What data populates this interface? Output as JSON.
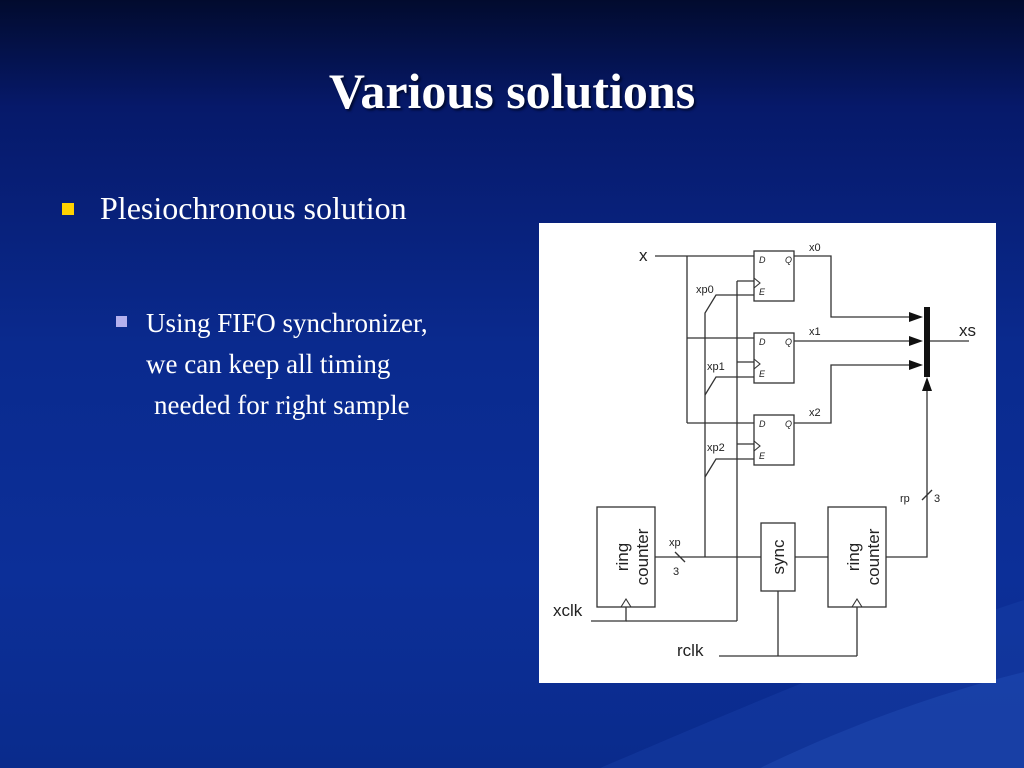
{
  "slide": {
    "title": "Various solutions",
    "bullet": "Plesiochronous solution",
    "sub_bullet_lines": [
      "Using FIFO synchronizer,",
      "we can keep all timing",
      "needed for right sample"
    ]
  },
  "diagram": {
    "input_label": "x",
    "output_label": "xs",
    "ff_d_label": "D",
    "ff_q_label": "Q",
    "ff_e_label": "E",
    "outputs": [
      "x0",
      "x1",
      "x2"
    ],
    "enables": [
      "xp0",
      "xp1",
      "xp2"
    ],
    "write_counter": "ring counter",
    "read_counter": "ring counter",
    "sync_label": "sync",
    "xp_label": "xp",
    "xp_width": "3",
    "rp_label": "rp",
    "rp_width": "3",
    "xclk_label": "xclk",
    "rclk_label": "rclk"
  },
  "colors": {
    "bullet1": "#ffd200",
    "bullet2": "#b4b0ee"
  }
}
